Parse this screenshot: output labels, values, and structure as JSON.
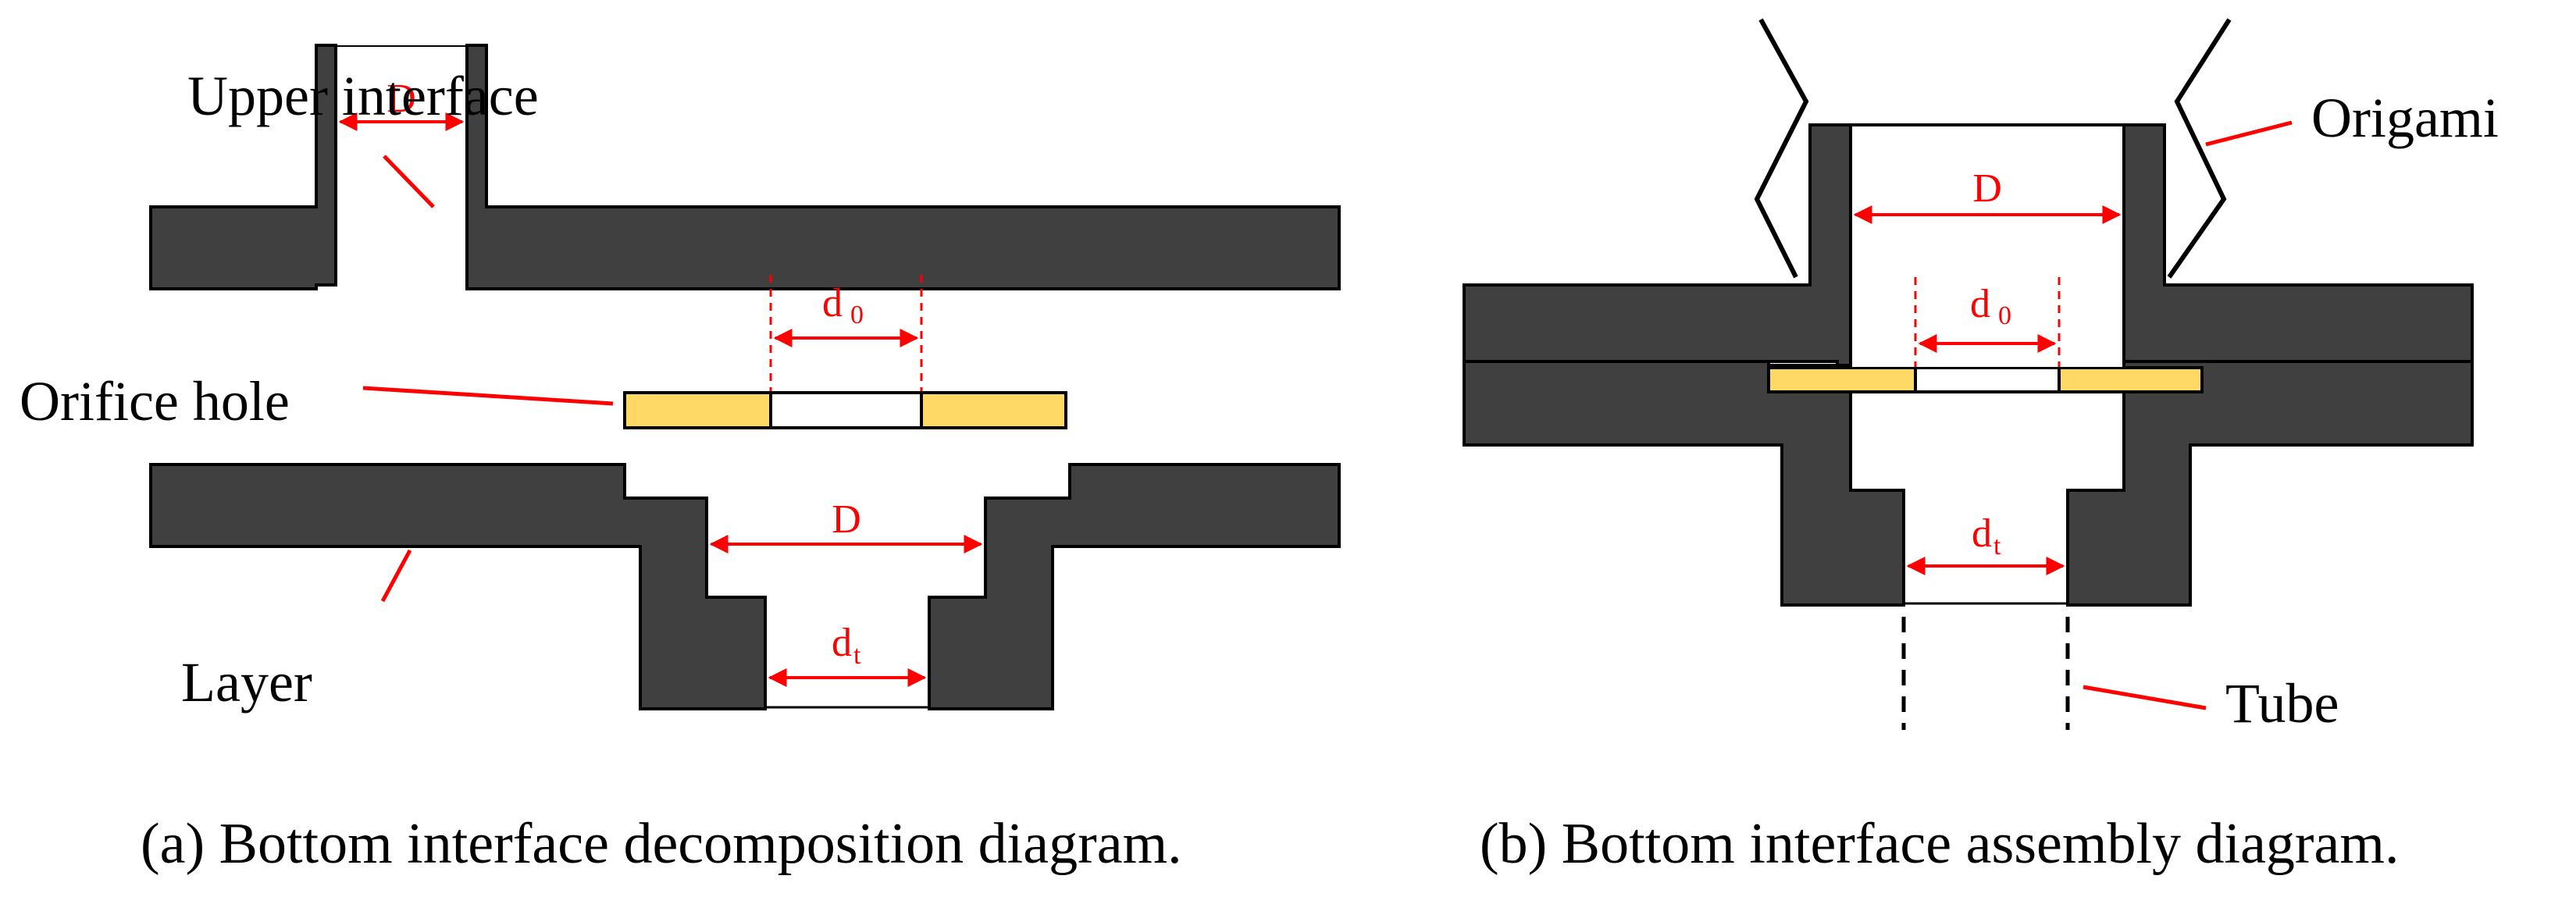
{
  "colors": {
    "body": "#404040",
    "orifice_plate": "#ffd966",
    "dimension": "#ff0000",
    "leader": "#ff0000",
    "outline": "#000000"
  },
  "panel_a": {
    "labels": {
      "upper_interface": "Upper interface",
      "orifice_hole": "Orifice hole",
      "layer": "Layer"
    },
    "dims": {
      "upper_D": "D",
      "orifice_d": "d",
      "orifice_sub": "0",
      "lower_D": "D",
      "tube_d": "d",
      "tube_sub": "t"
    },
    "caption": "(a)  Bottom interface decomposition diagram."
  },
  "panel_b": {
    "labels": {
      "origami": "Origami",
      "tube": "Tube"
    },
    "dims": {
      "upper_D": "D",
      "orifice_d": "d",
      "orifice_sub": "0",
      "tube_d": "d",
      "tube_sub": "t"
    },
    "caption": "(b)  Bottom interface assembly diagram."
  }
}
